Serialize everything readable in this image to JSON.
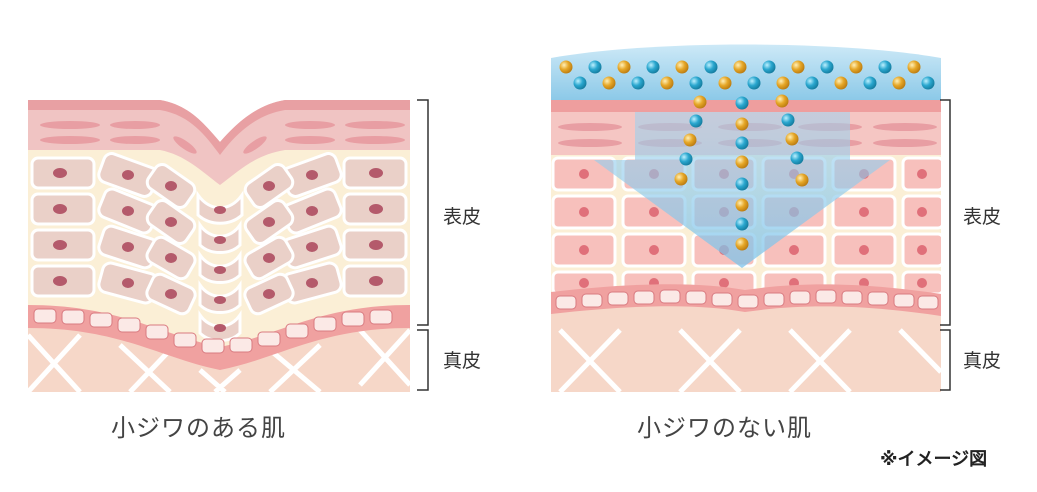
{
  "left_panel": {
    "caption": "小ジワのある肌",
    "epidermis_label": "表皮",
    "dermis_label": "真皮"
  },
  "right_panel": {
    "caption": "小ジワのない肌",
    "epidermis_label": "表皮",
    "dermis_label": "真皮"
  },
  "note": "※イメージ図",
  "colors": {
    "epidermis_bg": "#fbefd6",
    "cell_fill": "#ead0c8",
    "cell_stroke": "#ffffff",
    "nucleus": "#b45a6b",
    "stratum_corneum": "#eaa7a9",
    "basal_layer": "#f0a1a0",
    "dermis_bg": "#f6d7c8",
    "hydro_layer": "#bfe2f4",
    "bead_blue": "#2aa7cf",
    "bead_gold": "#e6a727"
  }
}
